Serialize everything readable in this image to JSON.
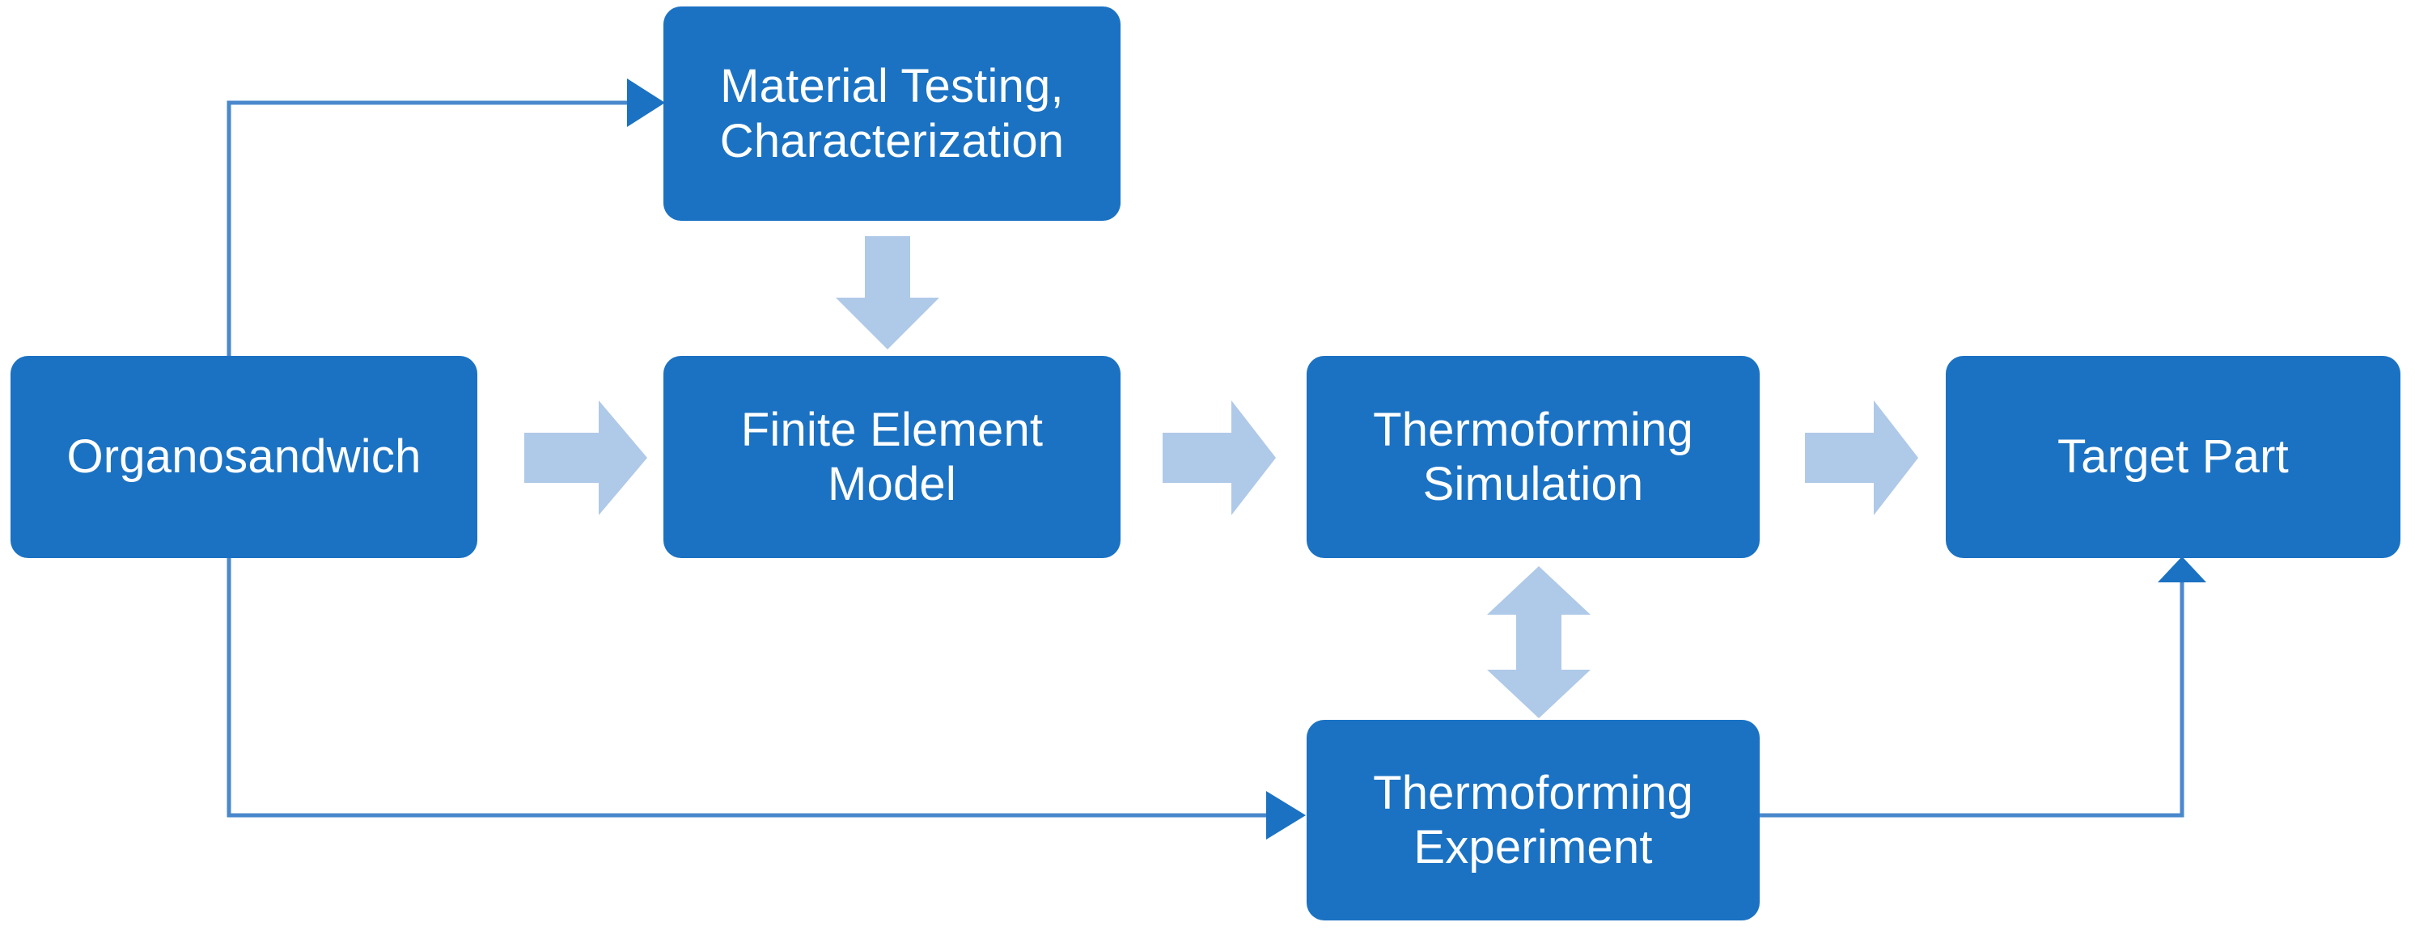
{
  "diagram": {
    "title": "Organosandwich thermoforming development workflow",
    "background_color": "#ffffff",
    "node_fill_color": "#1B72C2",
    "node_text_color": "#ffffff",
    "block_arrow_color": "#AFC9E8",
    "connector_line_color": "#4A88CC"
  },
  "nodes": {
    "organosandwich": {
      "label": "Organosandwich"
    },
    "material_testing": {
      "label": "Material Testing,\nCharacterization"
    },
    "finite_element_model": {
      "label": "Finite Element\nModel"
    },
    "thermoforming_simulation": {
      "label": "Thermoforming\nSimulation"
    },
    "target_part": {
      "label": "Target Part"
    },
    "thermoforming_experiment": {
      "label": "Thermoforming\nExperiment"
    }
  },
  "arrows": {
    "organosandwich_to_fem": {
      "name": "block-arrow-right",
      "direction": "right"
    },
    "fem_to_simulation": {
      "name": "block-arrow-right",
      "direction": "right"
    },
    "simulation_to_target": {
      "name": "block-arrow-right",
      "direction": "right"
    },
    "testing_to_fem": {
      "name": "block-arrow-down",
      "direction": "down"
    },
    "simulation_experiment": {
      "name": "block-arrow-double-vertical",
      "direction": "up-down"
    }
  },
  "connectors": {
    "organosandwich_to_testing": {
      "name": "line-arrow-to-material-testing",
      "direction": "right"
    },
    "organosandwich_to_experiment": {
      "name": "line-arrow-to-thermoforming-experiment",
      "direction": "right"
    },
    "experiment_to_target": {
      "name": "line-arrow-to-target-part",
      "direction": "up"
    }
  }
}
